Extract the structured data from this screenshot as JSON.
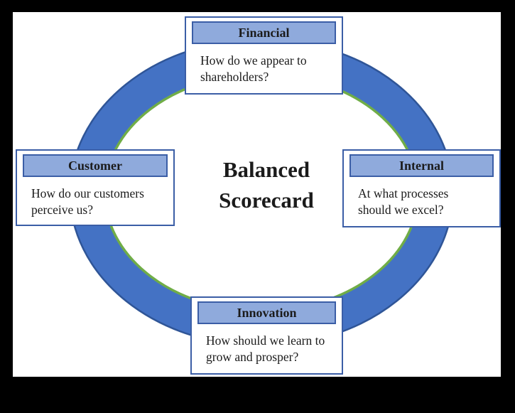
{
  "diagram": {
    "title_lines": [
      "Balanced",
      "Scorecard"
    ],
    "boxes": [
      {
        "id": "financial",
        "title": "Financial",
        "lines": [
          "How do we appear to",
          "shareholders?"
        ]
      },
      {
        "id": "customer",
        "title": "Customer",
        "lines": [
          "How do our customers",
          "perceive us?"
        ]
      },
      {
        "id": "internal",
        "title": "Internal",
        "lines": [
          "At what processes",
          "should we excel?"
        ]
      },
      {
        "id": "innovation",
        "title": "Innovation",
        "lines": [
          "How should we learn to",
          "grow and prosper?"
        ]
      }
    ],
    "colors": {
      "frame_bg": "#000000",
      "canvas_bg": "#FFFFFF",
      "ring_fill": "#4472C4",
      "ring_outer_edge": "#2F5597",
      "ring_inner_edge": "#70AD47",
      "header_fill": "#8FAADC",
      "box_border": "#3B5EA6",
      "text": "#1B1B1B"
    }
  }
}
